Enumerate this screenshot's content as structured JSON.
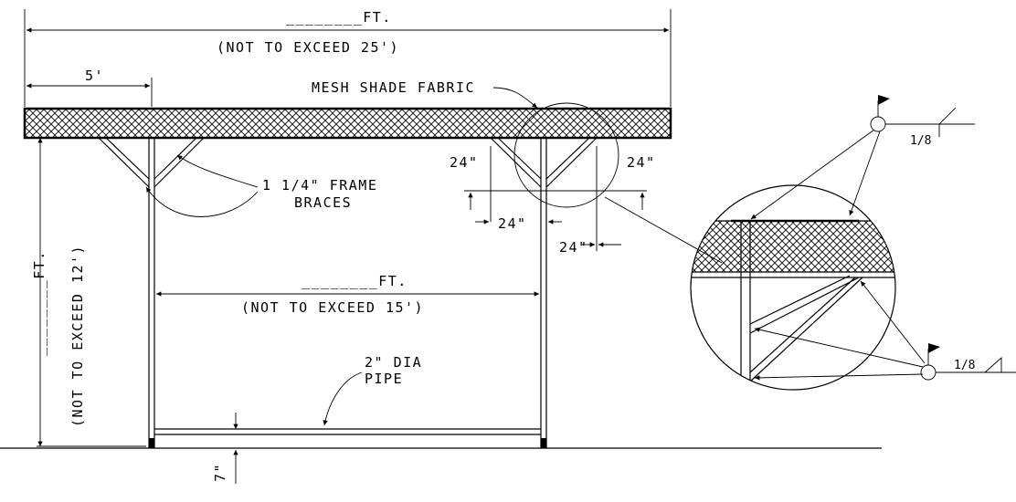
{
  "dimensions": {
    "overall_width": "________FT.",
    "overall_width_note": "(NOT TO EXCEED 25')",
    "overhang": "5'",
    "post_span": "________FT.",
    "post_span_note": "(NOT TO EXCEED 15')",
    "height": "________FT.",
    "height_note": "(NOT TO EXCEED 12')",
    "brace_vertical": "24\"",
    "brace_vertical_right": "24\"",
    "brace_horizontal": "24\"",
    "brace_horizontal_right": "24\"",
    "bottom_clearance": "7\""
  },
  "labels": {
    "fabric": "MESH SHADE FABRIC",
    "braces_line1": "1 1/4\" FRAME",
    "braces_line2": "BRACES",
    "pipe_line1": "2\" DIA",
    "pipe_line2": "PIPE"
  },
  "weld_symbols": {
    "top_size": "1/8",
    "bottom_size": "1/8"
  }
}
